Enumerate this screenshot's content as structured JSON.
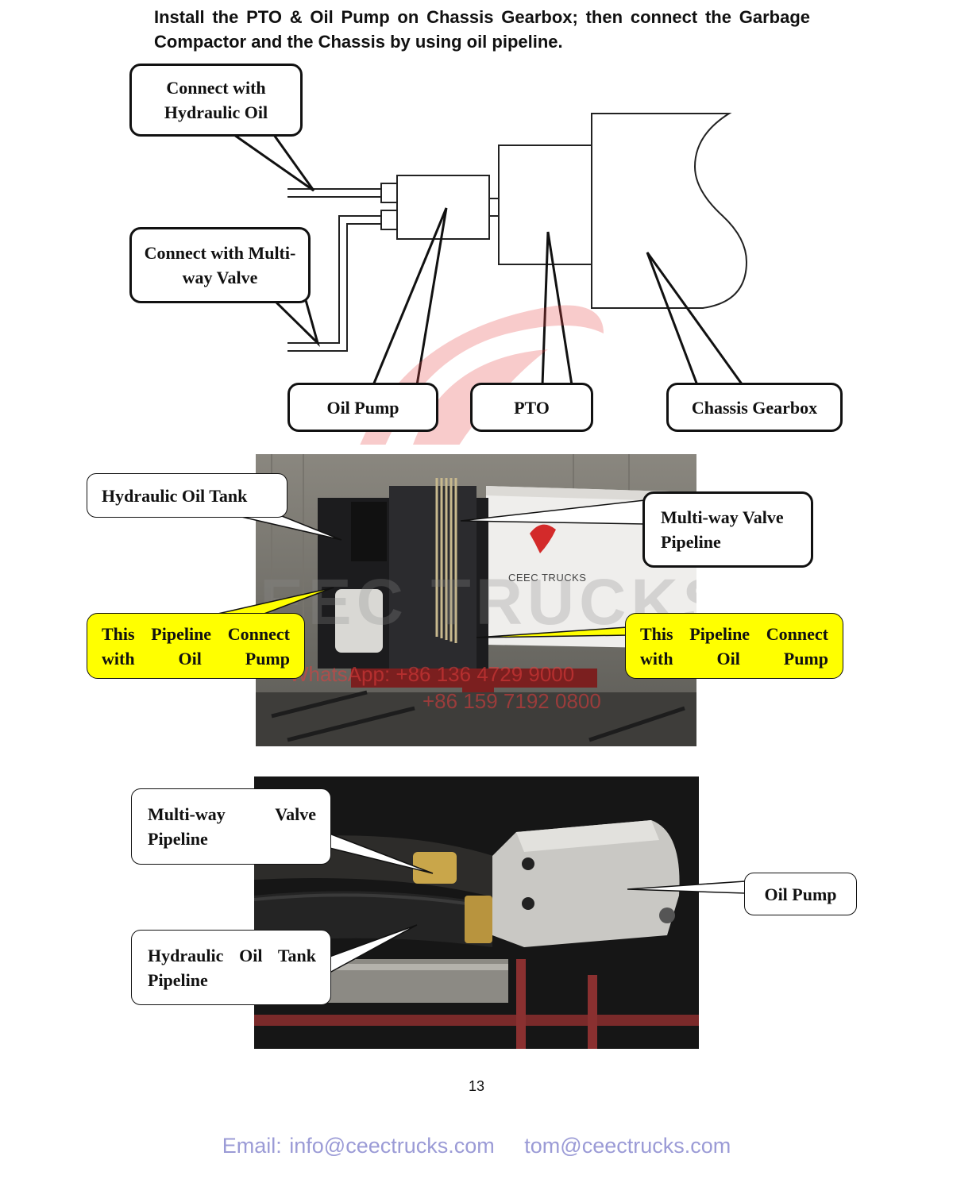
{
  "intro": "Install the PTO & Oil Pump on Chassis Gearbox; then connect the Garbage Compactor and the Chassis by using oil pipeline.",
  "diagram": {
    "hydraulic_oil": "Connect with Hydraulic Oil",
    "multiway_valve": "Connect with Multi-way Valve",
    "oil_pump": "Oil Pump",
    "pto": "PTO",
    "chassis_gearbox": "Chassis Gearbox"
  },
  "photo1": {
    "hydraulic_oil_tank": "Hydraulic Oil Tank",
    "multiway_valve_pipeline": "Multi-way Valve Pipeline",
    "pipeline_left": "This Pipeline Connect with Oil Pump",
    "pipeline_right": "This Pipeline Connect with Oil Pump",
    "truck_logo_text": "CEEC TRUCKS",
    "watermark": "CEEC TRUCKS",
    "whatsapp": "WhatsApp: +86 136 4729 9000",
    "phone2": "+86 159 7192 0800"
  },
  "photo2": {
    "multiway_valve_pipeline": "Multi-way Valve Pipeline",
    "oil_pump": "Oil Pump",
    "hydraulic_oil_tank_pipeline": "Hydraulic Oil Tank Pipeline"
  },
  "page_number": "13",
  "footer": {
    "email_label": "Email: info@ceectrucks.com",
    "email2": "tom@ceectrucks.com"
  },
  "colors": {
    "highlight": "#ffff00",
    "footer_text": "#9b9bd6",
    "watermark_red": "#e23b3b"
  }
}
